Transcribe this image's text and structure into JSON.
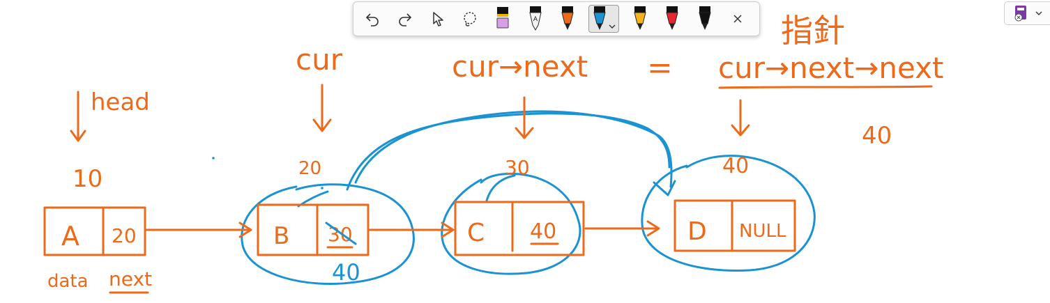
{
  "toolbar": {
    "tools": [
      "undo-icon",
      "redo-icon",
      "select-icon",
      "lasso-icon",
      "highlighter-icon",
      "pen-black-icon",
      "pen-orange-icon",
      "pen-blue-icon",
      "pen-yellow-icon",
      "pen-red-icon",
      "pen-black-2-icon",
      "close-icon"
    ],
    "pen_marker_letter": "A",
    "selected_pen": "pen-blue"
  },
  "colors": {
    "ink_orange": "#ec6a1a",
    "ink_blue": "#1b93d2",
    "highlighter_violet": "#d89ee6",
    "pen_yellow": "#f6b21a",
    "pen_red": "#e8262f"
  },
  "annotations": {
    "pointer_title": "指針",
    "head": "head",
    "cur": "cur",
    "cur_next": "cur→next",
    "equals": "=",
    "cur_next_next": "cur→next→next",
    "data_label": "data",
    "next_label": "next",
    "addr_a": "10",
    "addr_b": "20",
    "addr_c": "30",
    "addr_d": "40",
    "addr_extra": "40",
    "new_next_b": "40"
  },
  "nodes": [
    {
      "name": "A",
      "next": "20"
    },
    {
      "name": "B",
      "next": "30"
    },
    {
      "name": "C",
      "next": "40"
    },
    {
      "name": "D",
      "next": "NULL"
    }
  ]
}
